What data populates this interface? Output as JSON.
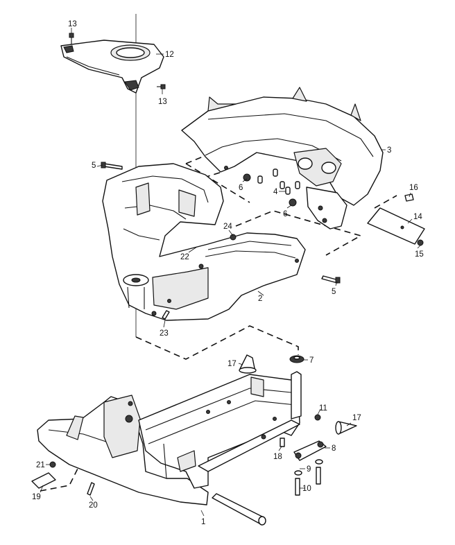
{
  "callouts": {
    "c13a": "13",
    "c12": "12",
    "c13b": "13",
    "c3": "3",
    "c5a": "5",
    "c6a": "6",
    "c4": "4",
    "c6b": "6",
    "c16": "16",
    "c14": "14",
    "c15": "15",
    "c24": "24",
    "c22": "22",
    "c5b": "5",
    "c2": "2",
    "c23": "23",
    "c17a": "17",
    "c7": "7",
    "c11": "11",
    "c17b": "17",
    "c8": "8",
    "c18": "18",
    "c21": "21",
    "c9": "9",
    "c10": "10",
    "c19": "19",
    "c20": "20",
    "c1": "1"
  }
}
